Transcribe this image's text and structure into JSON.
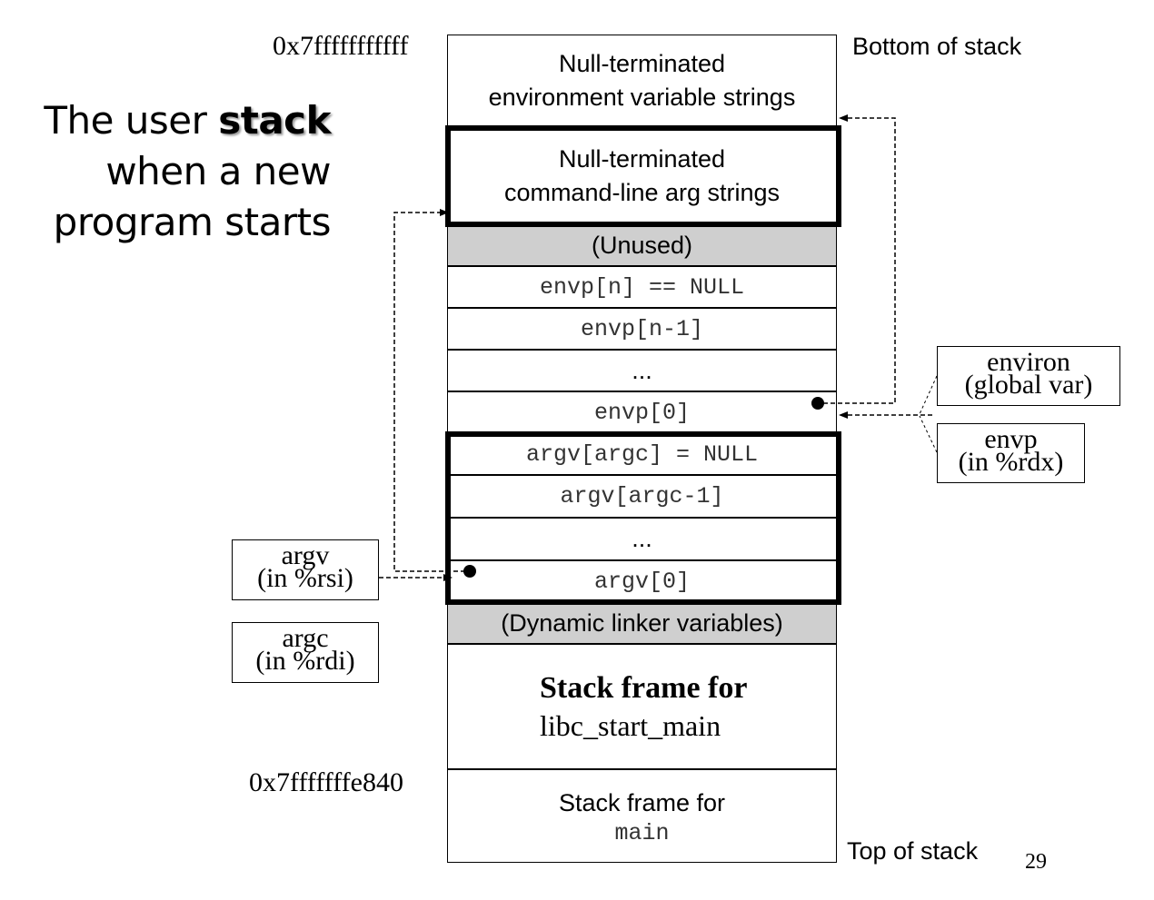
{
  "title": {
    "line1_prefix": "The user ",
    "line1_highlight": "stack",
    "line2": "when a new",
    "line3": "program starts"
  },
  "addresses": {
    "top": "0x7fffffffffff",
    "frame": "0x7fffffffe840"
  },
  "labels": {
    "bottom_of_stack": "Bottom of stack",
    "top_of_stack": "Top of stack"
  },
  "cells": {
    "env_strings": [
      "Null-terminated",
      "environment variable strings"
    ],
    "arg_strings": [
      "Null-terminated",
      "command-line arg strings"
    ],
    "unused": "(Unused)",
    "envp_n": "envp[n] == NULL",
    "envp_n1": "envp[n-1]",
    "envp_dots": "...",
    "envp_0": "envp[0]",
    "argv_argc": "argv[argc] = NULL",
    "argv_argc1": "argv[argc-1]",
    "argv_dots": "...",
    "argv_0": "argv[0]",
    "dyn_linker": "(Dynamic linker variables)",
    "libc_frame": [
      "Stack frame for",
      "libc_start_main"
    ],
    "main_frame": [
      "Stack frame for",
      "main"
    ]
  },
  "registers": {
    "environ": [
      "environ",
      "(global var)"
    ],
    "envp": [
      "envp",
      "(in %rdx)"
    ],
    "argv": [
      "argv",
      "(in %rsi)"
    ],
    "argc": [
      "argc",
      "(in %rdi)"
    ]
  },
  "page_number": "29",
  "colors": {
    "cell_gray": "#cfcfcf",
    "title_shadow": "#9a9a9a"
  }
}
